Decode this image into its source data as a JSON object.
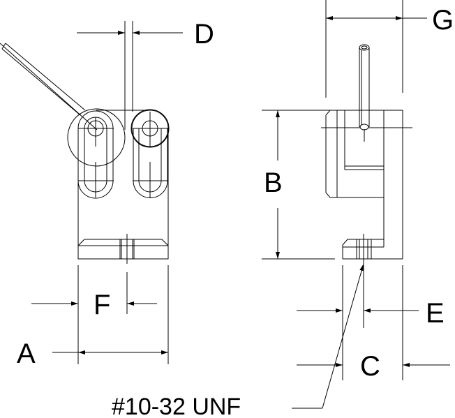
{
  "labels": {
    "a": "A",
    "b": "B",
    "c": "C",
    "d": "D",
    "e": "E",
    "f": "F",
    "g": "G"
  },
  "callout": "#10-32 UNF",
  "colors": {
    "line": "#000000",
    "background": "#ffffff"
  }
}
